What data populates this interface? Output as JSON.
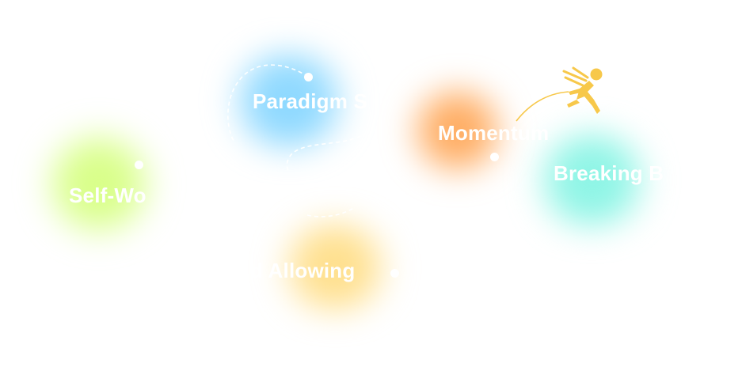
{
  "nodes": [
    {
      "id": "self-worth",
      "label": "Self-Wo",
      "color": "#d9ff8a"
    },
    {
      "id": "paradigm-shift",
      "label": "Paradigm S",
      "color": "#8fd9ff"
    },
    {
      "id": "momentum",
      "label": "Momentum",
      "color": "#ffad63"
    },
    {
      "id": "breaking",
      "label": "Breaking B",
      "color": "#8ff5e6"
    },
    {
      "id": "allowing",
      "label": "d Allowing",
      "color": "#ffe08f"
    }
  ],
  "icons": {
    "runner": {
      "name": "running-person-icon",
      "color": "#f7c84a"
    }
  },
  "connector_color": "#ffffff"
}
